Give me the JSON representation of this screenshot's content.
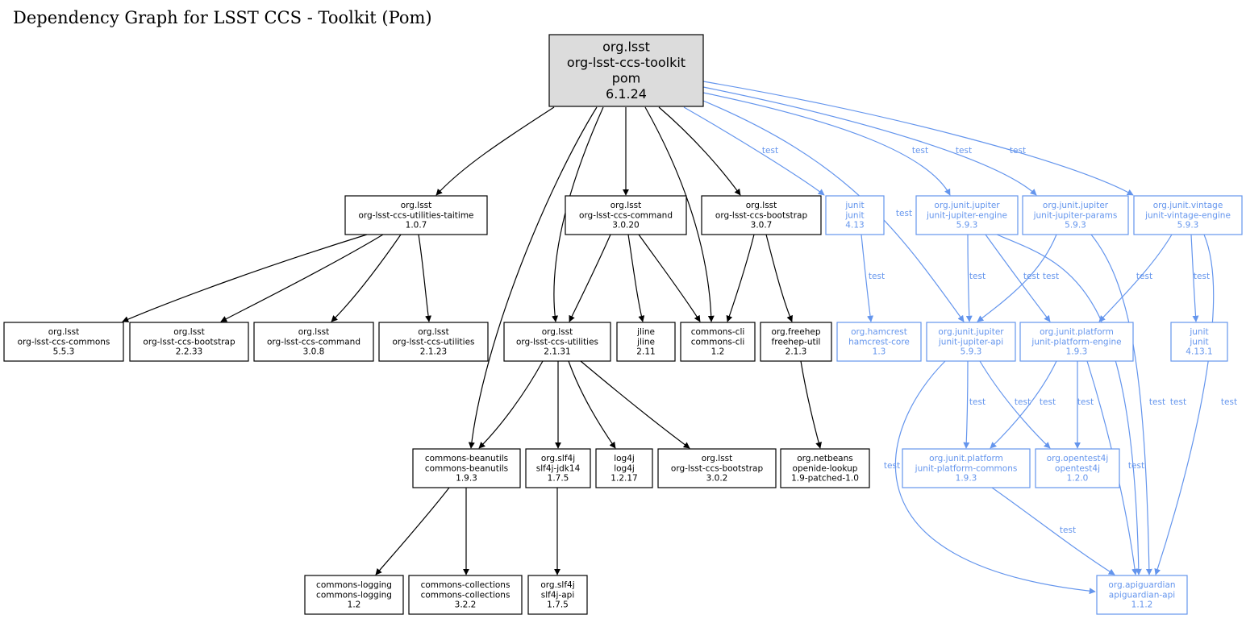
{
  "title": "Dependency Graph for LSST CCS - Toolkit (Pom)",
  "colors": {
    "compile": "#000000",
    "test": "#6495ed",
    "root_fill": "#dcdcdc"
  },
  "nodes": [
    {
      "id": "root",
      "lines": [
        "org.lsst",
        "org-lsst-ccs-toolkit",
        "pom",
        "6.1.24"
      ],
      "scope": "root"
    },
    {
      "id": "taitime",
      "lines": [
        "org.lsst",
        "org-lsst-ccs-utilities-taitime",
        "1.0.7"
      ],
      "scope": "compile"
    },
    {
      "id": "command3020",
      "lines": [
        "org.lsst",
        "org-lsst-ccs-command",
        "3.0.20"
      ],
      "scope": "compile"
    },
    {
      "id": "bootstrap307",
      "lines": [
        "org.lsst",
        "org-lsst-ccs-bootstrap",
        "3.0.7"
      ],
      "scope": "compile"
    },
    {
      "id": "junit413",
      "lines": [
        "junit",
        "junit",
        "4.13"
      ],
      "scope": "test"
    },
    {
      "id": "jupiterengine",
      "lines": [
        "org.junit.jupiter",
        "junit-jupiter-engine",
        "5.9.3"
      ],
      "scope": "test"
    },
    {
      "id": "jupiterparams",
      "lines": [
        "org.junit.jupiter",
        "junit-jupiter-params",
        "5.9.3"
      ],
      "scope": "test"
    },
    {
      "id": "vintage",
      "lines": [
        "org.junit.vintage",
        "junit-vintage-engine",
        "5.9.3"
      ],
      "scope": "test"
    },
    {
      "id": "commons553",
      "lines": [
        "org.lsst",
        "org-lsst-ccs-commons",
        "5.5.3"
      ],
      "scope": "compile"
    },
    {
      "id": "bootstrap2233",
      "lines": [
        "org.lsst",
        "org-lsst-ccs-bootstrap",
        "2.2.33"
      ],
      "scope": "compile"
    },
    {
      "id": "command308",
      "lines": [
        "org.lsst",
        "org-lsst-ccs-command",
        "3.0.8"
      ],
      "scope": "compile"
    },
    {
      "id": "utilities2123",
      "lines": [
        "org.lsst",
        "org-lsst-ccs-utilities",
        "2.1.23"
      ],
      "scope": "compile"
    },
    {
      "id": "utilities2131",
      "lines": [
        "org.lsst",
        "org-lsst-ccs-utilities",
        "2.1.31"
      ],
      "scope": "compile"
    },
    {
      "id": "jline",
      "lines": [
        "jline",
        "jline",
        "2.11"
      ],
      "scope": "compile"
    },
    {
      "id": "commonscli",
      "lines": [
        "commons-cli",
        "commons-cli",
        "1.2"
      ],
      "scope": "compile"
    },
    {
      "id": "freehep",
      "lines": [
        "org.freehep",
        "freehep-util",
        "2.1.3"
      ],
      "scope": "compile"
    },
    {
      "id": "hamcrest",
      "lines": [
        "org.hamcrest",
        "hamcrest-core",
        "1.3"
      ],
      "scope": "test"
    },
    {
      "id": "jupiterapi",
      "lines": [
        "org.junit.jupiter",
        "junit-jupiter-api",
        "5.9.3"
      ],
      "scope": "test"
    },
    {
      "id": "platformengine",
      "lines": [
        "org.junit.platform",
        "junit-platform-engine",
        "1.9.3"
      ],
      "scope": "test"
    },
    {
      "id": "junit4131",
      "lines": [
        "junit",
        "junit",
        "4.13.1"
      ],
      "scope": "test"
    },
    {
      "id": "beanutils",
      "lines": [
        "commons-beanutils",
        "commons-beanutils",
        "1.9.3"
      ],
      "scope": "compile"
    },
    {
      "id": "slf4jjdk14",
      "lines": [
        "org.slf4j",
        "slf4j-jdk14",
        "1.7.5"
      ],
      "scope": "compile"
    },
    {
      "id": "log4j",
      "lines": [
        "log4j",
        "log4j",
        "1.2.17"
      ],
      "scope": "compile"
    },
    {
      "id": "bootstrap302",
      "lines": [
        "org.lsst",
        "org-lsst-ccs-bootstrap",
        "3.0.2"
      ],
      "scope": "compile"
    },
    {
      "id": "openide",
      "lines": [
        "org.netbeans",
        "openide-lookup",
        "1.9-patched-1.0"
      ],
      "scope": "compile"
    },
    {
      "id": "platformcommons",
      "lines": [
        "org.junit.platform",
        "junit-platform-commons",
        "1.9.3"
      ],
      "scope": "test"
    },
    {
      "id": "opentest4j",
      "lines": [
        "org.opentest4j",
        "opentest4j",
        "1.2.0"
      ],
      "scope": "test"
    },
    {
      "id": "logging",
      "lines": [
        "commons-logging",
        "commons-logging",
        "1.2"
      ],
      "scope": "compile"
    },
    {
      "id": "collections",
      "lines": [
        "commons-collections",
        "commons-collections",
        "3.2.2"
      ],
      "scope": "compile"
    },
    {
      "id": "slf4japi",
      "lines": [
        "org.slf4j",
        "slf4j-api",
        "1.7.5"
      ],
      "scope": "compile"
    },
    {
      "id": "apiguardian",
      "lines": [
        "org.apiguardian",
        "apiguardian-api",
        "1.1.2"
      ],
      "scope": "test"
    }
  ],
  "edges": [
    {
      "from": "root",
      "to": "taitime",
      "label": ""
    },
    {
      "from": "root",
      "to": "beanutils",
      "label": ""
    },
    {
      "from": "root",
      "to": "utilities2131",
      "label": ""
    },
    {
      "from": "root",
      "to": "command3020",
      "label": ""
    },
    {
      "from": "root",
      "to": "commonscli",
      "label": ""
    },
    {
      "from": "root",
      "to": "bootstrap307",
      "label": ""
    },
    {
      "from": "root",
      "to": "junit413",
      "label": "test"
    },
    {
      "from": "root",
      "to": "jupiterapi",
      "label": "test"
    },
    {
      "from": "root",
      "to": "jupiterengine",
      "label": "test"
    },
    {
      "from": "root",
      "to": "jupiterparams",
      "label": "test"
    },
    {
      "from": "root",
      "to": "vintage",
      "label": "test"
    },
    {
      "from": "taitime",
      "to": "commons553",
      "label": ""
    },
    {
      "from": "taitime",
      "to": "bootstrap2233",
      "label": ""
    },
    {
      "from": "taitime",
      "to": "command308",
      "label": ""
    },
    {
      "from": "taitime",
      "to": "utilities2123",
      "label": ""
    },
    {
      "from": "command3020",
      "to": "utilities2131",
      "label": ""
    },
    {
      "from": "command3020",
      "to": "jline",
      "label": ""
    },
    {
      "from": "command3020",
      "to": "commonscli",
      "label": ""
    },
    {
      "from": "bootstrap307",
      "to": "commonscli",
      "label": ""
    },
    {
      "from": "bootstrap307",
      "to": "freehep",
      "label": ""
    },
    {
      "from": "junit413",
      "to": "hamcrest",
      "label": "test"
    },
    {
      "from": "jupiterengine",
      "to": "jupiterapi",
      "label": "test"
    },
    {
      "from": "jupiterengine",
      "to": "platformengine",
      "label": "test"
    },
    {
      "from": "jupiterengine",
      "to": "apiguardian",
      "label": "test"
    },
    {
      "from": "jupiterparams",
      "to": "jupiterapi",
      "label": "test"
    },
    {
      "from": "jupiterparams",
      "to": "apiguardian",
      "label": "test"
    },
    {
      "from": "vintage",
      "to": "platformengine",
      "label": "test"
    },
    {
      "from": "vintage",
      "to": "junit4131",
      "label": "test"
    },
    {
      "from": "vintage",
      "to": "apiguardian",
      "label": "test"
    },
    {
      "from": "utilities2131",
      "to": "beanutils",
      "label": ""
    },
    {
      "from": "utilities2131",
      "to": "slf4jjdk14",
      "label": ""
    },
    {
      "from": "utilities2131",
      "to": "log4j",
      "label": ""
    },
    {
      "from": "utilities2131",
      "to": "bootstrap302",
      "label": ""
    },
    {
      "from": "freehep",
      "to": "openide",
      "label": ""
    },
    {
      "from": "jupiterapi",
      "to": "platformcommons",
      "label": "test"
    },
    {
      "from": "jupiterapi",
      "to": "opentest4j",
      "label": "test"
    },
    {
      "from": "jupiterapi",
      "to": "apiguardian",
      "label": "test"
    },
    {
      "from": "platformengine",
      "to": "platformcommons",
      "label": "test"
    },
    {
      "from": "platformengine",
      "to": "opentest4j",
      "label": "test"
    },
    {
      "from": "platformengine",
      "to": "apiguardian",
      "label": "test"
    },
    {
      "from": "beanutils",
      "to": "logging",
      "label": ""
    },
    {
      "from": "beanutils",
      "to": "collections",
      "label": ""
    },
    {
      "from": "slf4jjdk14",
      "to": "slf4japi",
      "label": ""
    },
    {
      "from": "platformcommons",
      "to": "apiguardian",
      "label": "test"
    }
  ]
}
